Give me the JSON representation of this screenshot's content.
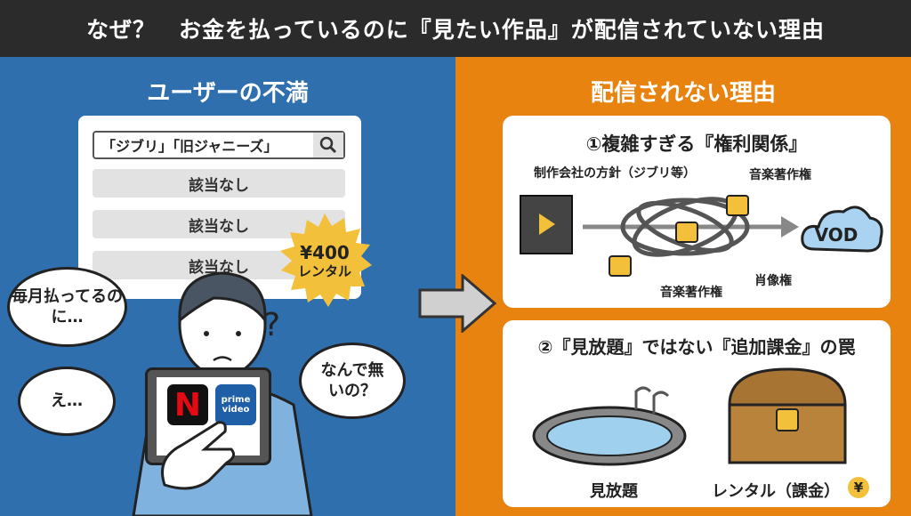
{
  "title": "なぜ？　お金を払っているのに『見たい作品』が配信されていない理由",
  "left": {
    "heading": "ユーザーの不満",
    "search_query": "「ジブリ」「旧ジャニーズ」",
    "results": [
      "該当なし",
      "該当なし",
      "該当なし"
    ],
    "badge": {
      "price": "¥400",
      "label": "レンタル"
    },
    "bubbles": [
      "毎月払ってるのに…",
      "え…",
      "なんで無いの？"
    ],
    "question_mark": "?",
    "apps": {
      "netflix": "N",
      "prime": "prime video"
    }
  },
  "right": {
    "heading": "配信されない理由",
    "reason1": {
      "title": "①複雑すぎる『権利関係』",
      "labels": [
        "制作会社の方針（ジブリ等）",
        "音楽著作権",
        "音楽著作権",
        "肖像権"
      ],
      "destination": "VOD"
    },
    "reason2": {
      "title": "②『見放題』ではない『追加課金』の罠",
      "pool_label": "見放題",
      "chest_label": "レンタル（課金）",
      "coin": "¥"
    }
  },
  "colors": {
    "header": "#2b2b2b",
    "left_bg": "#2f6fae",
    "right_bg": "#e8830f",
    "badge": "#f3c03c"
  }
}
